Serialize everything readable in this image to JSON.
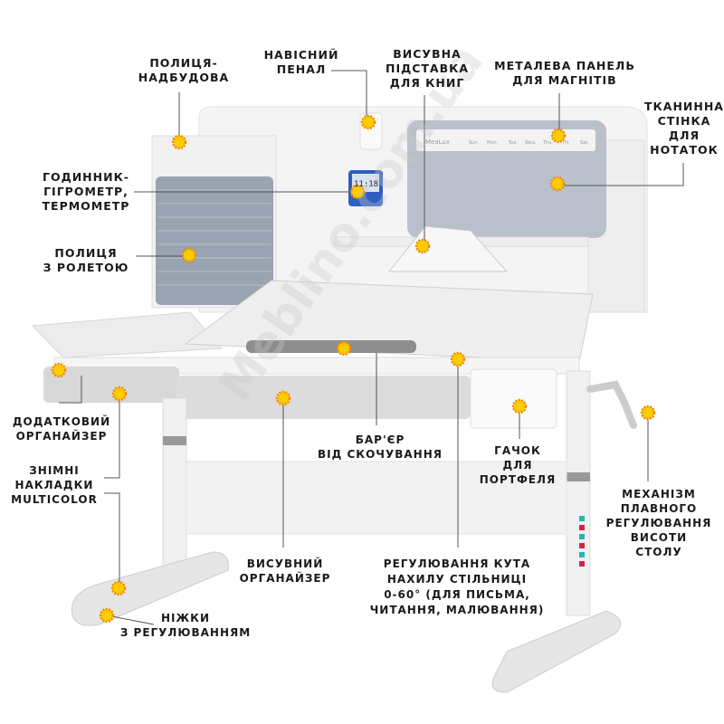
{
  "labels": {
    "shelf_top": [
      "ПОЛИЦЯ-",
      "НАДБУДОВА"
    ],
    "pencil_case": [
      "НАВІСНИЙ",
      "ПЕНАЛ"
    ],
    "book_stand": [
      "ВИСУВНА",
      "ПІДСТАВКА",
      "ДЛЯ КНИГ"
    ],
    "metal_panel": [
      "МЕТАЛЕВА ПАНЕЛЬ",
      "ДЛЯ МАГНІТІВ"
    ],
    "fabric_wall": [
      "ТКАНИННА",
      "СТІНКА",
      "ДЛЯ",
      "НОТАТОК"
    ],
    "clock": [
      "ГОДИННИК-",
      "ГІГРОМЕТР,",
      "ТЕРМОМЕТР"
    ],
    "roller_shelf": [
      "ПОЛИЦЯ",
      "З РОЛЕТОЮ"
    ],
    "extra_organizer": [
      "ДОДАТКОВИЙ",
      "ОРГАНАЙЗЕР"
    ],
    "covers": [
      "ЗНІМНІ",
      "НАКЛАДКИ",
      "MULTICOLOR"
    ],
    "barrier": [
      "БАР'ЄР",
      "ВІД СКОЧУВАННЯ"
    ],
    "hook": [
      "ГАЧОК",
      "ДЛЯ",
      "ПОРТФЕЛЯ"
    ],
    "height_mechanism": [
      "МЕХАНІЗМ",
      "ПЛАВНОГО",
      "РЕГУЛЮВАННЯ",
      "ВИСОТИ",
      "СТОЛУ"
    ],
    "drawer": [
      "ВИСУВНИЙ",
      "ОРГАНАЙЗЕР"
    ],
    "tilt": [
      "РЕГУЛЮВАННЯ КУТА",
      "НАХИЛУ СТІЛЬНИЦІ",
      "0-60° (ДЛЯ ПИСЬМА,",
      "ЧИТАННЯ, МАЛЮВАННЯ)"
    ],
    "legs": [
      "НІЖКИ",
      "З РЕГУЛЮВАННЯМ"
    ]
  },
  "panel": {
    "brand": "MeaLux",
    "days": [
      "Sun.",
      "Mon.",
      "Tue.",
      "Wed.",
      "Thu.",
      "Fri.",
      "Sat."
    ]
  },
  "clock_display": {
    "time": "11:18"
  },
  "watermark": "Meblino.com.ua",
  "colors": {
    "marker": "#ffcc00",
    "marker_ring": "#f08a00",
    "felt": "#b9c0cb",
    "roller": "#9aa3b1",
    "line": "#555555"
  }
}
